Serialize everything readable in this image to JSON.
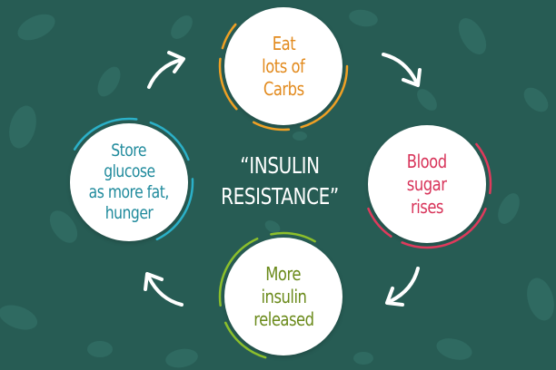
{
  "center_title": {
    "line1": "“INSULIN",
    "line2": "RESISTANCE”"
  },
  "nodes": [
    {
      "id": "top",
      "lines": [
        "Eat",
        "lots of",
        "Carbs"
      ],
      "color": "#e28a1d"
    },
    {
      "id": "right",
      "lines": [
        "Blood",
        "sugar",
        "rises"
      ],
      "color": "#d8345a"
    },
    {
      "id": "bottom",
      "lines": [
        "More",
        "insulin",
        "released"
      ],
      "color": "#6a8a1a"
    },
    {
      "id": "left",
      "lines": [
        "Store",
        "glucose",
        "as more fat,",
        "hunger"
      ],
      "color": "#1f8a9c"
    }
  ],
  "colors": {
    "background": "#275c54",
    "background_pattern": "#2f6a61",
    "arrow": "#ffffff",
    "ring_top": "#f0a024",
    "ring_right": "#e03a5c",
    "ring_bottom": "#8cbf2b",
    "ring_left": "#2bb0c8"
  }
}
